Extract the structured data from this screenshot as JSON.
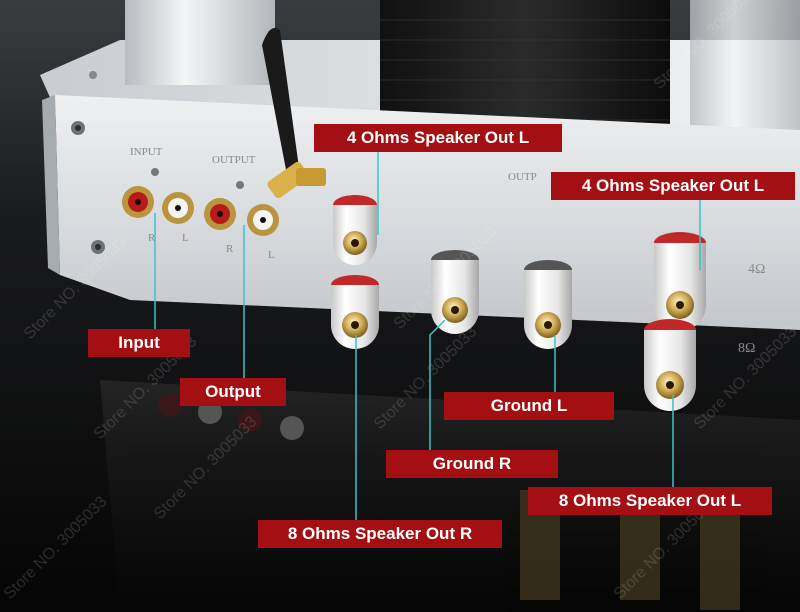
{
  "colors": {
    "label_bg": "#a30f12",
    "label_text": "#ffffff",
    "leader_line": "#39c4c4",
    "chassis": "#d9dcdf",
    "transformer": "#1b1b1b"
  },
  "panel": {
    "input_heading": "INPUT",
    "output_heading": "OUTPUT",
    "output_heading_right": "OUTP",
    "channel_r": "R",
    "channel_l": "L",
    "imp_4": "4",
    "imp_4_ohm": "4Ω",
    "imp_8_ohm": "8Ω"
  },
  "watermark": "Store NO. 3005033",
  "callouts": {
    "speaker_4_l_top": "4 Ohms Speaker Out L",
    "speaker_4_l_right": "4 Ohms Speaker Out L",
    "input": "Input",
    "output": "Output",
    "ground_l": "Ground L",
    "ground_r": "Ground R",
    "speaker_8_l": "8 Ohms Speaker Out L",
    "speaker_8_r": "8 Ohms Speaker Out R"
  }
}
